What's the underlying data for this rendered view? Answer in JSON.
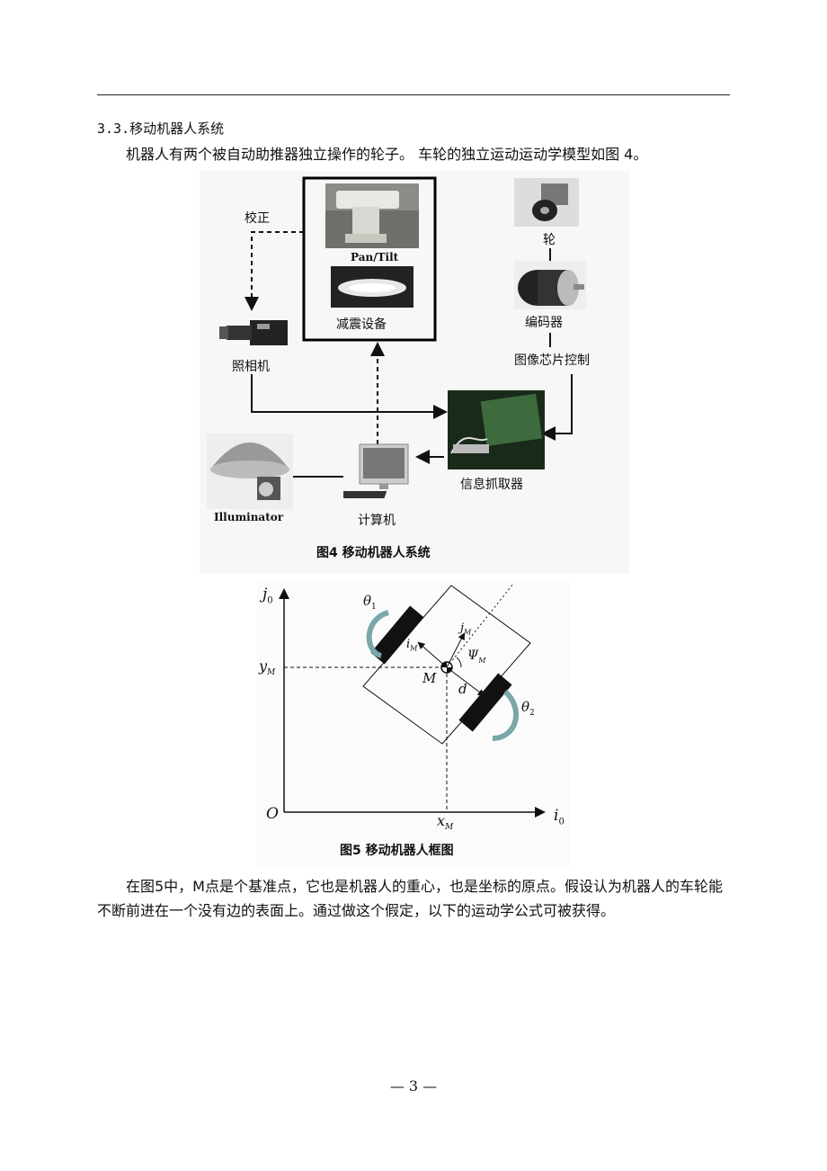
{
  "section_heading": "3.3.移动机器人系统",
  "intro_text": "机器人有两个被自动助推器独立操作的轮子。 车轮的独立运动运动学模型如图 4。",
  "figure4": {
    "label_calibration": "校正",
    "label_pantilt": "Pan/Tilt",
    "label_damping": "减震设备",
    "label_camera": "照相机",
    "label_wheel": "轮",
    "label_encoder": "编码器",
    "label_image_chip": "图像芯片控制",
    "label_grabber": "信息抓取器",
    "label_computer": "计算机",
    "label_illuminator": "Illuminator",
    "caption": "图4    移动机器人系统"
  },
  "figure5": {
    "axis_y": "j",
    "axis_y_sub": "0",
    "axis_x": "i",
    "axis_x_sub": "0",
    "origin": "O",
    "y_m": "y",
    "y_m_sub": "M",
    "x_m": "x",
    "x_m_sub": "M",
    "theta1": "θ",
    "theta1_sub": "1",
    "theta2": "θ",
    "theta2_sub": "2",
    "point_m": "M",
    "i_m": "i",
    "i_m_sub": "M",
    "j_m": "j",
    "j_m_sub": "M",
    "psi": "Ψ",
    "psi_sub": "M",
    "d": "d",
    "caption": "图5    移动机器人框图"
  },
  "paragraph": "在图5中，M点是个基准点，它也是机器人的重心，也是坐标的原点。假设认为机器人的车轮能不断前进在一个没有边的表面上。通过做这个假定，以下的运动学公式可被获得。",
  "page_number": "— 3 —"
}
